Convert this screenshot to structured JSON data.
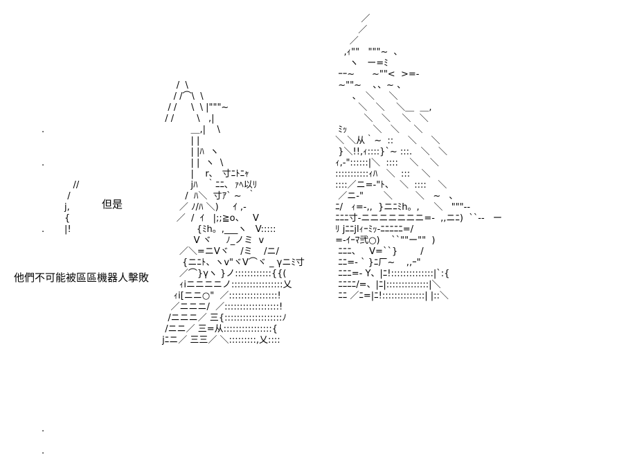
{
  "captions": {
    "but": "但是",
    "main": "他們不可能被區區機器人擊敗"
  },
  "ascii_art": {
    "left": "\n\n\n\n\n\n\n\n\n\n\n.\n\n\n.\n\n           //\n         /\n        j,\n        {\n.       |!\n\n\n\n\n\n\n\n\n\n\n\n\n\n\n\n\n\n.\n\n.\n",
    "middle": "\n\n\n\n\n\n\n      /  \\\n     / /⌒\\  \\\n   / /     \\  \\ |\"\"\"~\n  / /        \\   ,|\n           ＿,|    \\\n           | |\n           | |ﾊ  ヽ\n           | |  ヽ  \\\n           |    r､   寸ﾆﾄﾆｬ\n           jﾊ   ｀ﾆﾆ､  ｧﾍ以ﾘ\n         /  ﾊ＼  寸ｱ` ~  ｀\n       ／ ﾉ/ﾊ ＼)     ｲ ,-\n      ／  /  ｲ   |;;≧o、   V\n             {ﾐh。,___ヽ   V:::::\n            V ヾ     ﾉ_ノミ  v\n       ／＼=ニVヾ    /ミ    /ニ/\n        {ニﾆﾄ、ヽv\"ヾV⌒ヾ _ γニﾐ寸\n       ／⌒}γヽ }ノ::::::::::::{{(\n       ｨiニニニニノ:::::::::::::::::乂\n     ｨi[ニニ○\"  ／::::::::::::::::!\n    ／ニニニ/  ／::::::::::::::::::!\n   /ニニニ／ 三{:::::::::::::::::::ﾉ\n  /ニニ／ 三=从::::::::::::::::{\n jﾆニ／ 三三／ ＼:::::::::,乂::::",
    "right": "\n          ／\n         ／\n      ／\n    ,ｨ\"\"   \"\"\"~  ､\n      ヽ   ー=ﾐ\n  ｰｰ~      ~\"\"<  >=-\n  ~\"\"~    ､、~ 、\n       ､   ＼     ＼\n         ＼   ＼    ＼＿  ＿,\n           ＼   ＼    ＼   ＼\n  ﾐｯ         ＼   ＼     ＼\n ＼ ＼从｀~  ::     ＼     ＼\n  }＼!!,ｨ::::}`~ :::.   ＼   ＼\n ｨ,-\"::::::|＼  ::::    ＼    ＼\n :::::::::::ｨﾊ   ＼  :::    ＼\n ::::／ニ=-\"ﾄ、  ＼  ::::    ＼\n  ／ニ-\"       ＼        ＼   ~   ､\n ﾆ/   ｨ=-,,  }ニﾆﾐh。,     ＼   \"\"\"--\n ﾆﾆﾆ寸-ニニニニニニニ=-  ,,ニﾆ)  ``--   ー\n ﾘ jﾆﾆjlｨｰﾐｯ-ﾆﾆﾆﾆﾆ=/\n =-ｲｰﾏ弐○)    ``\"\"ー\"\"  )\n  ﾆﾆﾆ、   V=``}        /\n  ﾆﾆ=- ` }ﾆ厂~    ,,ｰ\"\n  ﾆﾆﾆ=- Y、|ﾆ!::::::::::::::|`:{\n  ﾆﾆﾆﾆ/=、|ﾆ|::::::::::::::|＼\n  ﾆﾆ ／ﾆ=|ﾆ!::::::::::::::| |::＼"
  }
}
